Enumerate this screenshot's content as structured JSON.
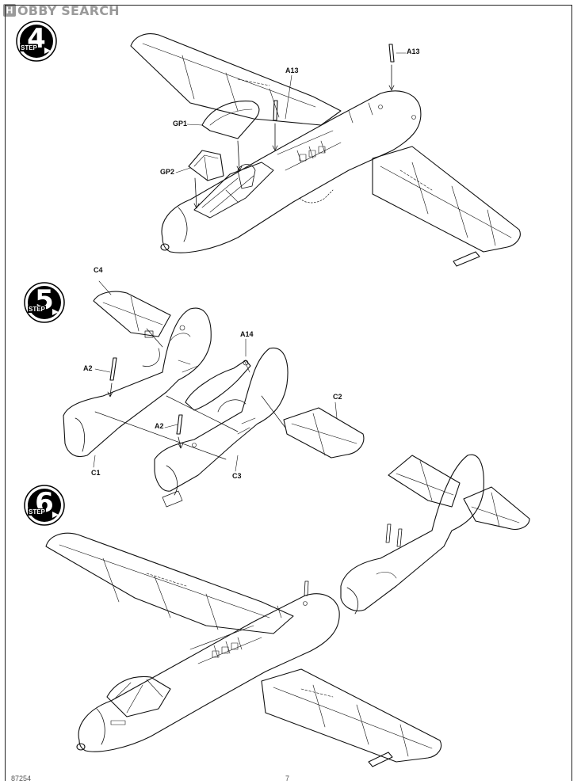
{
  "watermark": {
    "logo_letter": "H",
    "brand_main": "OBBY",
    "brand_tail": " SEARCH"
  },
  "steps": [
    {
      "number": "4",
      "label": "STEP"
    },
    {
      "number": "5",
      "label": "STEP"
    },
    {
      "number": "6",
      "label": "STEP"
    }
  ],
  "parts": {
    "step4": {
      "a13_top": "A13",
      "a13_mid": "A13",
      "gp1": "GP1",
      "gp2": "GP2"
    },
    "step5": {
      "c4": "C4",
      "a2_top": "A2",
      "a14": "A14",
      "c2": "C2",
      "a2_bottom": "A2",
      "c1": "C1",
      "c3": "C3"
    }
  },
  "footer": {
    "code": "87254",
    "page": "7"
  },
  "colors": {
    "ink": "#111111",
    "watermark": "#9a9a9a",
    "badge": "#000000"
  }
}
